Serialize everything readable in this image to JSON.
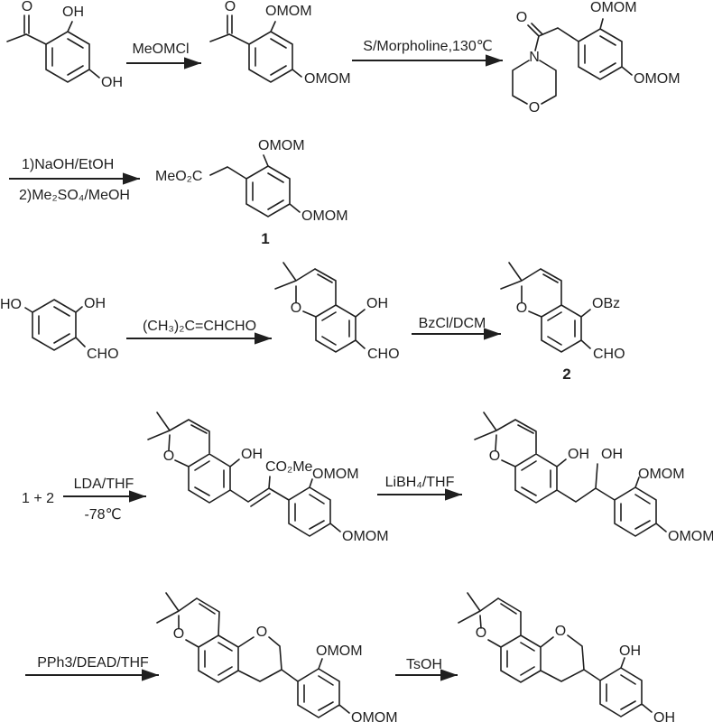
{
  "colors": {
    "ink": "#1f1f1f",
    "background": "#ffffff"
  },
  "scheme": {
    "row1": {
      "s1": {
        "o": "O",
        "oh_top": "OH",
        "oh_bottom": "OH"
      },
      "arrow1": {
        "label": "MeOMCl"
      },
      "s2": {
        "o": "O",
        "omom_top": "OMOM",
        "omom_bottom": "OMOM"
      },
      "arrow2": {
        "label": "S/Morpholine,130℃"
      },
      "s3": {
        "o_carbonyl": "O",
        "n": "N",
        "o_morpholine": "O",
        "omom_top": "OMOM",
        "omom_bottom": "OMOM"
      }
    },
    "row2": {
      "arrow3": {
        "label_top": "1)NaOH/EtOH",
        "label_bottom": "2)Me₂SO₄/MeOH"
      },
      "s4": {
        "ester": "MeO₂C",
        "omom_top": "OMOM",
        "omom_bottom": "OMOM",
        "number": "1"
      }
    },
    "row3": {
      "s5": {
        "ho": "HO",
        "oh": "OH",
        "cho": "CHO"
      },
      "arrow4": {
        "label": "(CH₃)₂C=CHCHO"
      },
      "s6": {
        "o": "O",
        "oh": "OH",
        "cho": "CHO"
      },
      "arrow5": {
        "label": "BzCl/DCM"
      },
      "s7": {
        "o": "O",
        "obz": "OBz",
        "cho": "CHO",
        "number": "2"
      }
    },
    "row4": {
      "reactants": "1 + 2",
      "arrow6": {
        "label_top": "LDA/THF",
        "label_bottom": "-78℃"
      },
      "s8": {
        "o": "O",
        "oh": "OH",
        "ester": "CO₂Me",
        "omom_top": "OMOM",
        "omom_bottom": "OMOM"
      },
      "arrow7": {
        "label": "LiBH₄/THF"
      },
      "s9": {
        "o": "O",
        "oh_phenol": "OH",
        "oh_alcohol": "OH",
        "omom_top": "OMOM",
        "omom_bottom": "OMOM"
      }
    },
    "row5": {
      "arrow8": {
        "label": "PPh3/DEAD/THF"
      },
      "s10": {
        "o_pyran": "O",
        "o_chromane": "O",
        "omom_top": "OMOM",
        "omom_bottom": "OMOM"
      },
      "arrow9": {
        "label": "TsOH"
      },
      "s11": {
        "o_pyran": "O",
        "o_chromane": "O",
        "oh_top": "OH",
        "oh_bottom": "OH"
      }
    }
  }
}
